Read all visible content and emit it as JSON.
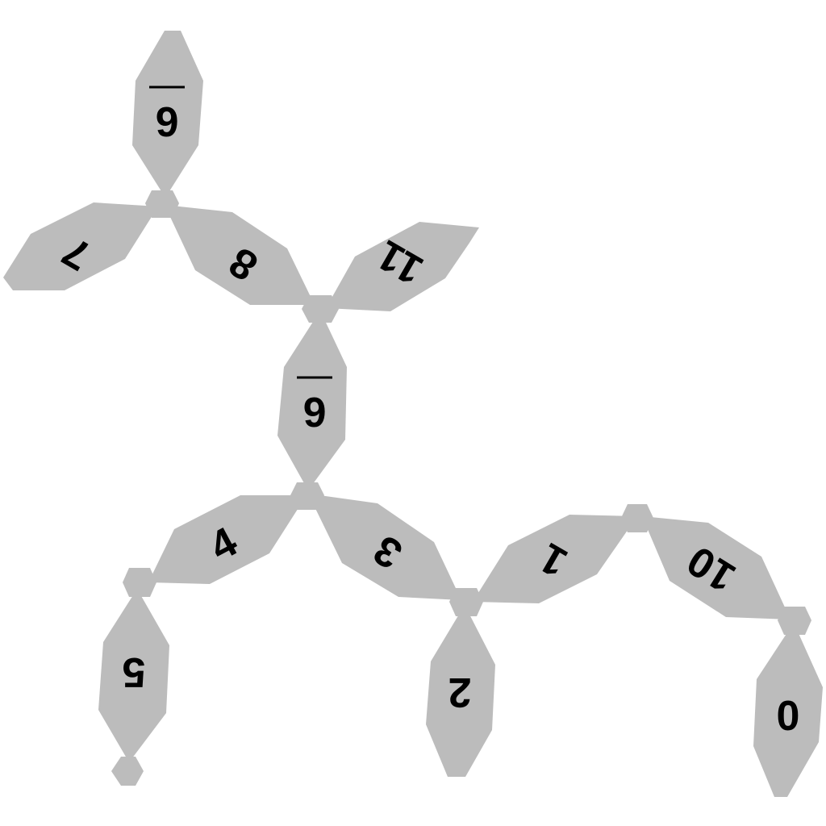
{
  "colors": {
    "shape": "#bcbcbc",
    "text": "#000000",
    "background": "#ffffff"
  },
  "labels": {
    "top": "6",
    "seven": "7",
    "eight": "8",
    "eleven": "11",
    "center": "6",
    "four": "4",
    "three": "3",
    "five": "5",
    "two": "2",
    "one": "1",
    "ten": "10",
    "zero": "0"
  },
  "overlines": {
    "top": true,
    "center": true
  }
}
